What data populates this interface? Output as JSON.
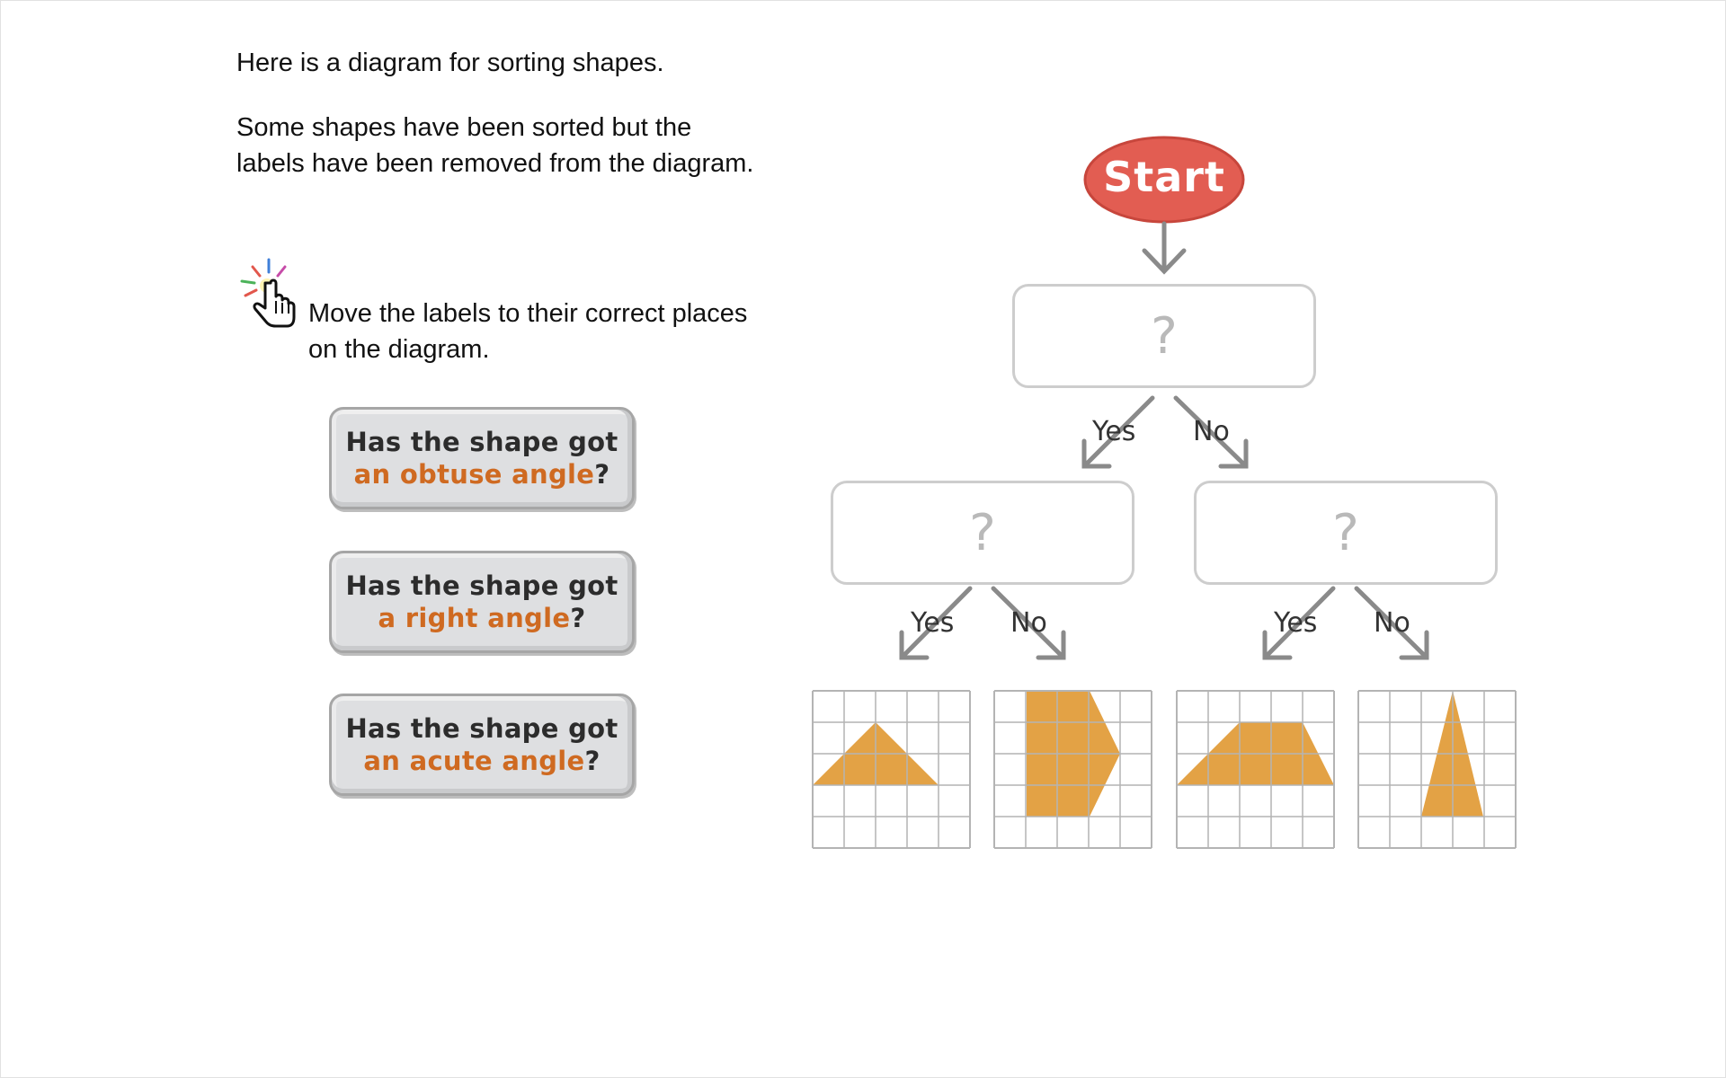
{
  "text": {
    "intro": "Here is a diagram for sorting shapes.",
    "context_line1": "Some shapes have been sorted but the",
    "context_line2": "labels have been removed from the diagram.",
    "instruction_line1": "Move the labels to their correct places",
    "instruction_line2": "on the diagram."
  },
  "labels": [
    {
      "prefix": "Has the shape got",
      "highlight": "an obtuse angle",
      "suffix": "?"
    },
    {
      "prefix": "Has the shape got",
      "highlight": "a right angle",
      "suffix": "?"
    },
    {
      "prefix": "Has the shape got",
      "highlight": "an acute angle",
      "suffix": "?"
    }
  ],
  "diagram": {
    "start": "Start",
    "placeholder": "?",
    "yes": "Yes",
    "no": "No"
  },
  "shapes": [
    {
      "id": "triangle-wide",
      "description": "triangle"
    },
    {
      "id": "pentagon",
      "description": "pentagon"
    },
    {
      "id": "trapezium",
      "description": "trapezium"
    },
    {
      "id": "triangle-tall",
      "description": "triangle"
    }
  ],
  "colors": {
    "accent_text": "#cf6a21",
    "start_fill": "#e25d52",
    "shape_fill": "#e3a245",
    "grid_line": "#b4b4b4",
    "arrow": "#8a8a8a",
    "card_fill": "#dedfe1"
  },
  "icons": {
    "instruction": "pointer-hand-icon"
  }
}
